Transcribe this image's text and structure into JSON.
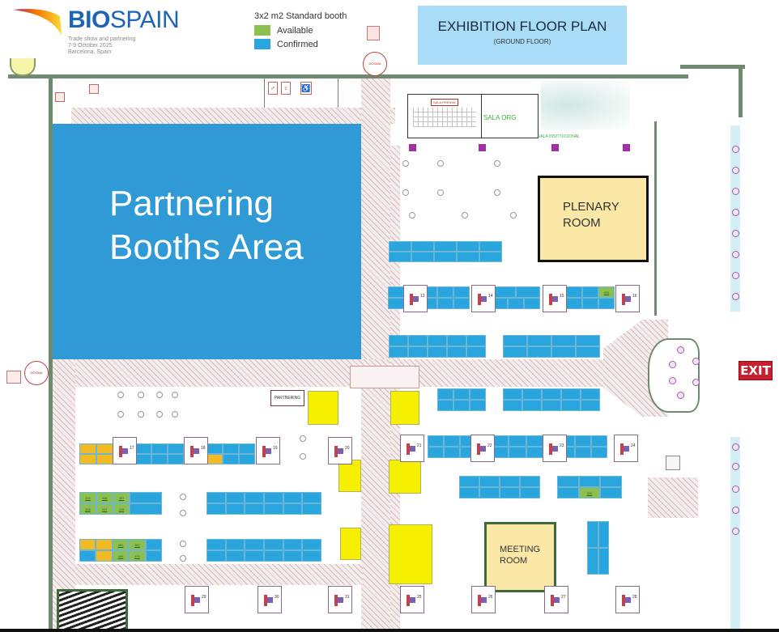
{
  "header": {
    "brand_bio": "BIO",
    "brand_spain": "SPAIN",
    "tagline": "Trade show and partnering",
    "dates": "7-9 October 2025",
    "location": "Barcelona, Spain",
    "title": "EXHIBITION FLOOR PLAN",
    "subtitle": "(GROUND FLOOR)"
  },
  "legend": {
    "title": "3x2 m2 Standard booth",
    "items": [
      {
        "label": "Available",
        "color": "#8cc152"
      },
      {
        "label": "Confirmed",
        "color": "#2aa6df"
      }
    ]
  },
  "colors": {
    "confirmed": "#2aa6df",
    "available": "#8cc152",
    "reserved": "#f2bb24",
    "sponsor": "#f5f000",
    "room": "#fbe8a6",
    "title_bg": "#a9dcf6",
    "exit": "#c8202f"
  },
  "areas": {
    "partnering_line1": "Partnering",
    "partnering_line2": "Booths Area",
    "plenary_line1": "PLENARY",
    "plenary_line2": "ROOM",
    "meeting_line1": "MEETING",
    "meeting_line2": "ROOM",
    "sala_org": "SALA ORG",
    "sala_prensa": "SALA PRENSA",
    "sala_institucional": "SALA INSTITUCIONAL",
    "partnering_small": "PARTNERING",
    "exit": "EXIT",
    "dogma_top": "DOGMA",
    "dogma_left": "DOGMA"
  },
  "booth_numbers": {
    "available_left_top": [
      "335",
      "336",
      "337",
      "338",
      "337",
      "336"
    ],
    "available_left_bottom": [
      "381",
      "380",
      "380",
      "379"
    ],
    "available_right": [
      "326",
      "330"
    ]
  },
  "pods": [
    "13",
    "14",
    "15",
    "16",
    "17",
    "18",
    "19",
    "20",
    "21",
    "22",
    "23",
    "24",
    "25",
    "26",
    "27",
    "28",
    "29",
    "30",
    "31"
  ]
}
